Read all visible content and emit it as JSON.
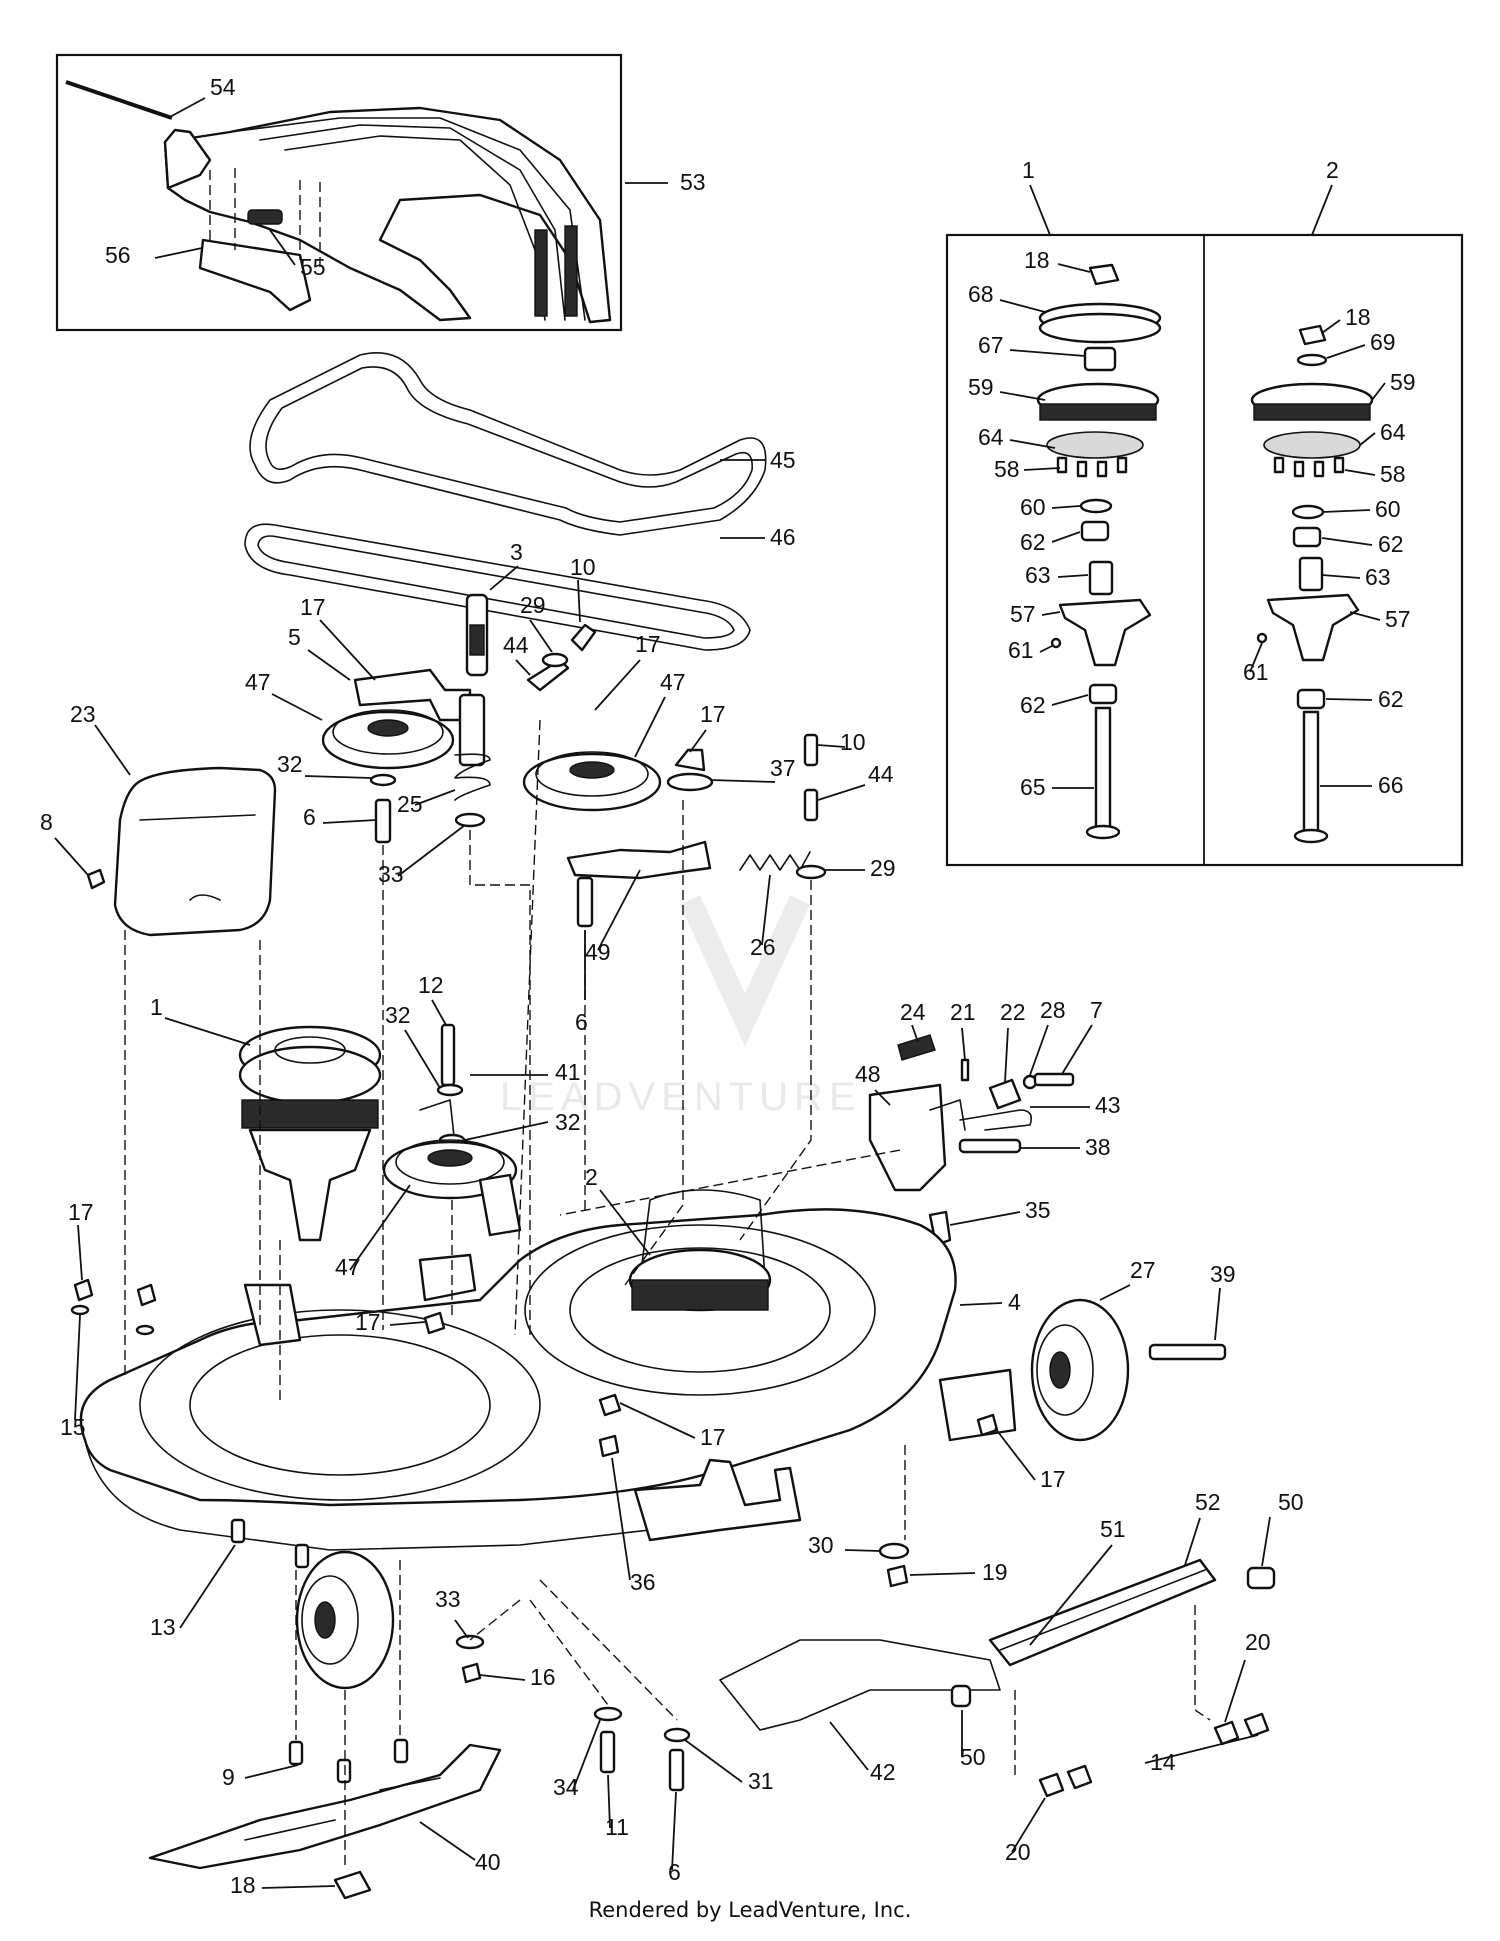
{
  "footer": {
    "text": "Rendered by LeadVenture, Inc."
  },
  "watermark": {
    "text": "LEADVENTURE"
  },
  "inset_labels": {
    "left": "1",
    "right": "2"
  },
  "callouts": [
    {
      "id": "c54",
      "label": "54"
    },
    {
      "id": "c53",
      "label": "53"
    },
    {
      "id": "c56",
      "label": "56"
    },
    {
      "id": "c55",
      "label": "55"
    },
    {
      "id": "c45",
      "label": "45"
    },
    {
      "id": "c46",
      "label": "46"
    },
    {
      "id": "c3",
      "label": "3"
    },
    {
      "id": "c10a",
      "label": "10"
    },
    {
      "id": "c29a",
      "label": "29"
    },
    {
      "id": "c17a",
      "label": "17"
    },
    {
      "id": "c5",
      "label": "5"
    },
    {
      "id": "c44a",
      "label": "44"
    },
    {
      "id": "c17b",
      "label": "17"
    },
    {
      "id": "c47a",
      "label": "47"
    },
    {
      "id": "c47b",
      "label": "47"
    },
    {
      "id": "c23",
      "label": "23"
    },
    {
      "id": "c32a",
      "label": "32"
    },
    {
      "id": "c25",
      "label": "25"
    },
    {
      "id": "c17c",
      "label": "17"
    },
    {
      "id": "c37",
      "label": "37"
    },
    {
      "id": "c10b",
      "label": "10"
    },
    {
      "id": "c44b",
      "label": "44"
    },
    {
      "id": "c8",
      "label": "8"
    },
    {
      "id": "c6a",
      "label": "6"
    },
    {
      "id": "c33a",
      "label": "33"
    },
    {
      "id": "c29b",
      "label": "29"
    },
    {
      "id": "c49",
      "label": "49"
    },
    {
      "id": "c26",
      "label": "26"
    },
    {
      "id": "c6b",
      "label": "6"
    },
    {
      "id": "c12",
      "label": "12"
    },
    {
      "id": "c1",
      "label": "1"
    },
    {
      "id": "c32b",
      "label": "32"
    },
    {
      "id": "c41",
      "label": "41"
    },
    {
      "id": "c32c",
      "label": "32"
    },
    {
      "id": "c24",
      "label": "24"
    },
    {
      "id": "c21",
      "label": "21"
    },
    {
      "id": "c22",
      "label": "22"
    },
    {
      "id": "c28",
      "label": "28"
    },
    {
      "id": "c7",
      "label": "7"
    },
    {
      "id": "c48",
      "label": "48"
    },
    {
      "id": "c43",
      "label": "43"
    },
    {
      "id": "c38",
      "label": "38"
    },
    {
      "id": "c47c",
      "label": "47"
    },
    {
      "id": "c2",
      "label": "2"
    },
    {
      "id": "c35",
      "label": "35"
    },
    {
      "id": "c17d",
      "label": "17"
    },
    {
      "id": "c15",
      "label": "15"
    },
    {
      "id": "c17e",
      "label": "17"
    },
    {
      "id": "c4",
      "label": "4"
    },
    {
      "id": "c27",
      "label": "27"
    },
    {
      "id": "c39",
      "label": "39"
    },
    {
      "id": "c17f",
      "label": "17"
    },
    {
      "id": "c17g",
      "label": "17"
    },
    {
      "id": "c36",
      "label": "36"
    },
    {
      "id": "c13",
      "label": "13"
    },
    {
      "id": "c33b",
      "label": "33"
    },
    {
      "id": "c30",
      "label": "30"
    },
    {
      "id": "c19",
      "label": "19"
    },
    {
      "id": "c52",
      "label": "52"
    },
    {
      "id": "c50a",
      "label": "50"
    },
    {
      "id": "c51",
      "label": "51"
    },
    {
      "id": "c16",
      "label": "16"
    },
    {
      "id": "c20a",
      "label": "20"
    },
    {
      "id": "c50b",
      "label": "50"
    },
    {
      "id": "c9",
      "label": "9"
    },
    {
      "id": "c34",
      "label": "34"
    },
    {
      "id": "c31",
      "label": "31"
    },
    {
      "id": "c42",
      "label": "42"
    },
    {
      "id": "c14",
      "label": "14"
    },
    {
      "id": "c11",
      "label": "11"
    },
    {
      "id": "c6c",
      "label": "6"
    },
    {
      "id": "c20b",
      "label": "20"
    },
    {
      "id": "c40",
      "label": "40"
    },
    {
      "id": "c18a",
      "label": "18"
    },
    {
      "id": "c18b",
      "label": "18"
    },
    {
      "id": "c68",
      "label": "68"
    },
    {
      "id": "c67",
      "label": "67"
    },
    {
      "id": "c59a",
      "label": "59"
    },
    {
      "id": "c64a",
      "label": "64"
    },
    {
      "id": "c58a",
      "label": "58"
    },
    {
      "id": "c60a",
      "label": "60"
    },
    {
      "id": "c62a",
      "label": "62"
    },
    {
      "id": "c63a",
      "label": "63"
    },
    {
      "id": "c57a",
      "label": "57"
    },
    {
      "id": "c61a",
      "label": "61"
    },
    {
      "id": "c62b",
      "label": "62"
    },
    {
      "id": "c65",
      "label": "65"
    },
    {
      "id": "c18c",
      "label": "18"
    },
    {
      "id": "c69",
      "label": "69"
    },
    {
      "id": "c59b",
      "label": "59"
    },
    {
      "id": "c64b",
      "label": "64"
    },
    {
      "id": "c58b",
      "label": "58"
    },
    {
      "id": "c60b",
      "label": "60"
    },
    {
      "id": "c62c",
      "label": "62"
    },
    {
      "id": "c63b",
      "label": "63"
    },
    {
      "id": "c57b",
      "label": "57"
    },
    {
      "id": "c61b",
      "label": "61"
    },
    {
      "id": "c62d",
      "label": "62"
    },
    {
      "id": "c66",
      "label": "66"
    }
  ]
}
